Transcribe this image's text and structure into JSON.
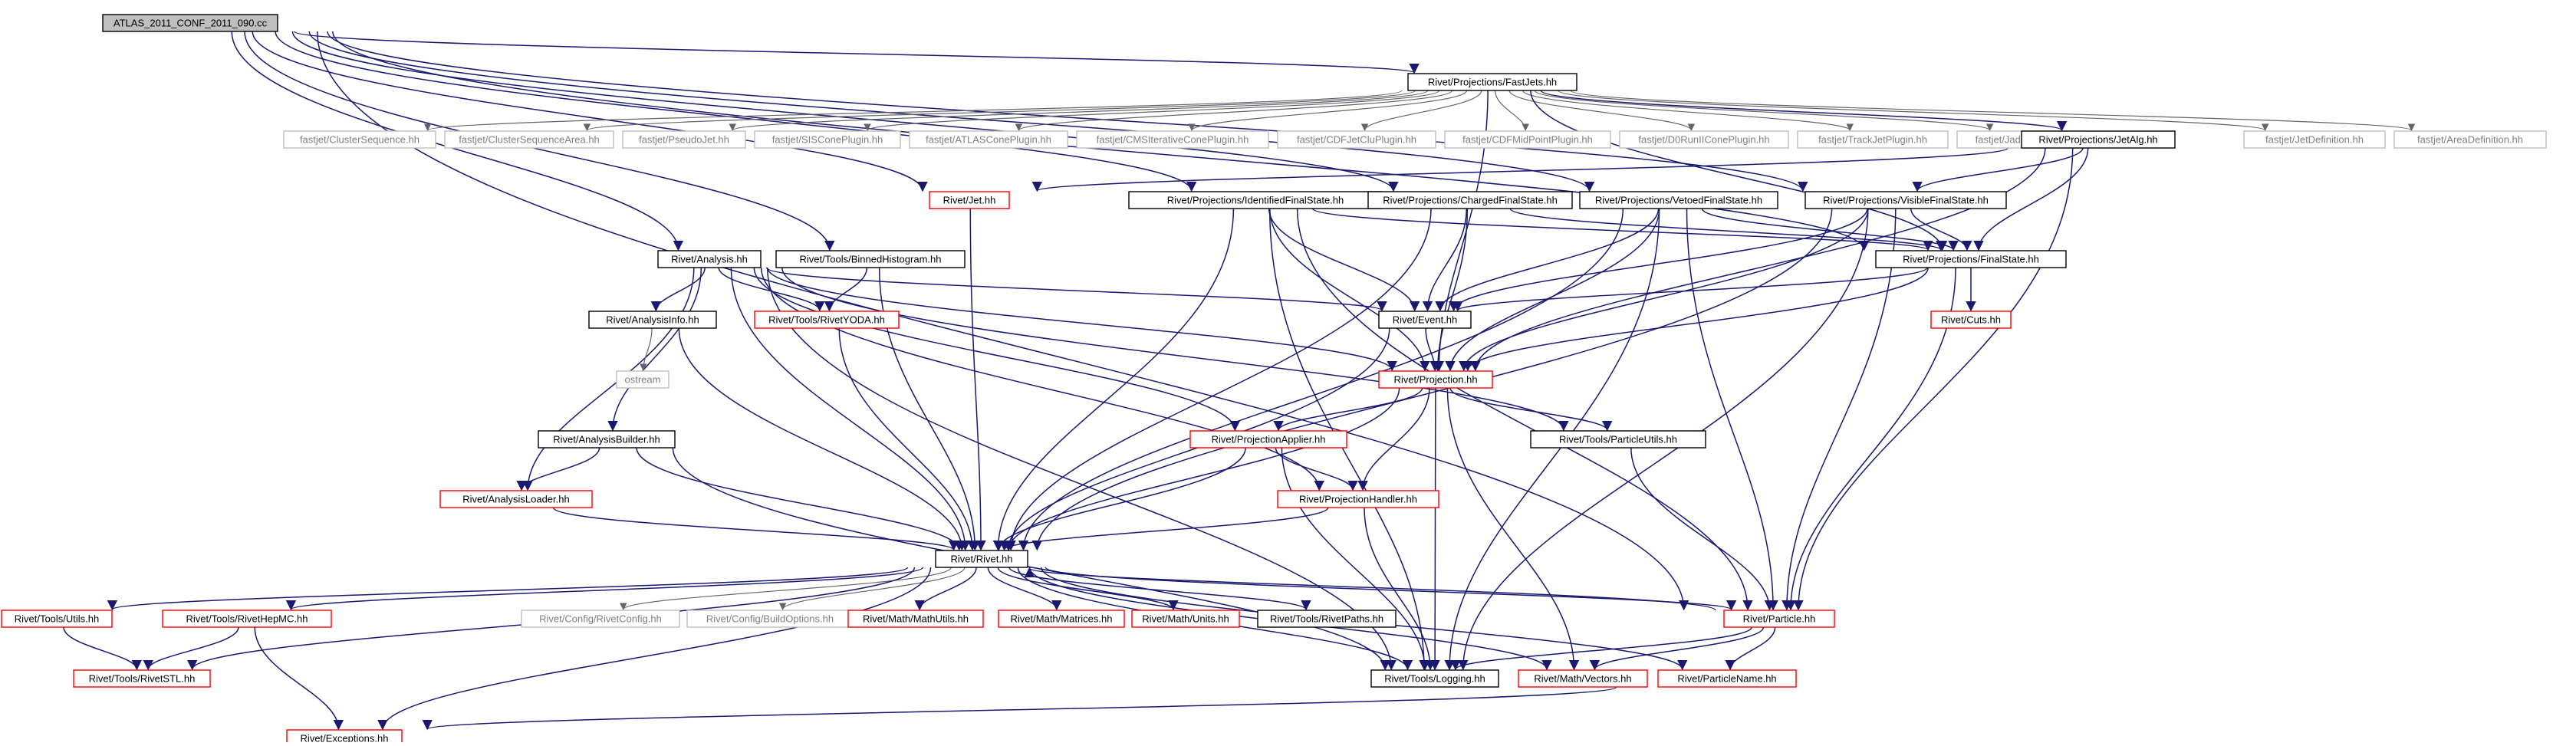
{
  "colors": {
    "edge": "#191970",
    "edge_light": "#63636b",
    "node_black": "#000000",
    "node_red": "#ff0000",
    "node_gray": "#bfbfbf",
    "root_fill": "#bfbfbf",
    "text": "#000000",
    "text_gray": "#808080"
  },
  "nodes": [
    {
      "id": "root",
      "label": "ATLAS_2011_CONF_2011_090.cc",
      "style": "root"
    },
    {
      "id": "fastjets",
      "label": "Rivet/Projections/FastJets.hh",
      "style": "black"
    },
    {
      "id": "clusterseq",
      "label": "fastjet/ClusterSequence.hh",
      "style": "gray"
    },
    {
      "id": "clusterseqarea",
      "label": "fastjet/ClusterSequenceArea.hh",
      "style": "gray"
    },
    {
      "id": "pseudojet",
      "label": "fastjet/PseudoJet.hh",
      "style": "gray"
    },
    {
      "id": "siscone",
      "label": "fastjet/SISConePlugin.hh",
      "style": "gray"
    },
    {
      "id": "atlascone",
      "label": "fastjet/ATLASConePlugin.hh",
      "style": "gray"
    },
    {
      "id": "cmsiter",
      "label": "fastjet/CMSIterativeConePlugin.hh",
      "style": "gray"
    },
    {
      "id": "cdfjetclu",
      "label": "fastjet/CDFJetCluPlugin.hh",
      "style": "gray"
    },
    {
      "id": "cdfmidpoint",
      "label": "fastjet/CDFMidPointPlugin.hh",
      "style": "gray"
    },
    {
      "id": "d0run",
      "label": "fastjet/D0RunIIConePlugin.hh",
      "style": "gray"
    },
    {
      "id": "trackjet",
      "label": "fastjet/TrackJetPlugin.hh",
      "style": "gray"
    },
    {
      "id": "jade",
      "label": "fastjet/JadePlugin.hh",
      "style": "gray"
    },
    {
      "id": "jetalg",
      "label": "Rivet/Projections/JetAlg.hh",
      "style": "black"
    },
    {
      "id": "jetdef",
      "label": "fastjet/JetDefinition.hh",
      "style": "gray"
    },
    {
      "id": "areadef",
      "label": "fastjet/AreaDefinition.hh",
      "style": "gray"
    },
    {
      "id": "jet",
      "label": "Rivet/Jet.hh",
      "style": "red"
    },
    {
      "id": "identfs",
      "label": "Rivet/Projections/IdentifiedFinalState.hh",
      "style": "black"
    },
    {
      "id": "chargedfs",
      "label": "Rivet/Projections/ChargedFinalState.hh",
      "style": "black"
    },
    {
      "id": "vetoedfs",
      "label": "Rivet/Projections/VetoedFinalState.hh",
      "style": "black"
    },
    {
      "id": "visiblefs",
      "label": "Rivet/Projections/VisibleFinalState.hh",
      "style": "black"
    },
    {
      "id": "analysis",
      "label": "Rivet/Analysis.hh",
      "style": "black"
    },
    {
      "id": "binnedhisto",
      "label": "Rivet/Tools/BinnedHistogram.hh",
      "style": "black"
    },
    {
      "id": "finalstate",
      "label": "Rivet/Projections/FinalState.hh",
      "style": "black"
    },
    {
      "id": "analysisinfo",
      "label": "Rivet/AnalysisInfo.hh",
      "style": "black"
    },
    {
      "id": "rivetyoda",
      "label": "Rivet/Tools/RivetYODA.hh",
      "style": "red"
    },
    {
      "id": "event",
      "label": "Rivet/Event.hh",
      "style": "black"
    },
    {
      "id": "cuts",
      "label": "Rivet/Cuts.hh",
      "style": "red"
    },
    {
      "id": "ostream",
      "label": "ostream",
      "style": "gray"
    },
    {
      "id": "projection",
      "label": "Rivet/Projection.hh",
      "style": "red"
    },
    {
      "id": "analysisbuilder",
      "label": "Rivet/AnalysisBuilder.hh",
      "style": "black"
    },
    {
      "id": "projapplier",
      "label": "Rivet/ProjectionApplier.hh",
      "style": "red"
    },
    {
      "id": "particleutils",
      "label": "Rivet/Tools/ParticleUtils.hh",
      "style": "black"
    },
    {
      "id": "analysisloader",
      "label": "Rivet/AnalysisLoader.hh",
      "style": "red"
    },
    {
      "id": "projhandler",
      "label": "Rivet/ProjectionHandler.hh",
      "style": "red"
    },
    {
      "id": "rivet",
      "label": "Rivet/Rivet.hh",
      "style": "black"
    },
    {
      "id": "toolsutils",
      "label": "Rivet/Tools/Utils.hh",
      "style": "red"
    },
    {
      "id": "rivethepmc",
      "label": "Rivet/Tools/RivetHepMC.hh",
      "style": "red"
    },
    {
      "id": "rivetconfig",
      "label": "Rivet/Config/RivetConfig.hh",
      "style": "gray"
    },
    {
      "id": "buildoptions",
      "label": "Rivet/Config/BuildOptions.hh",
      "style": "gray"
    },
    {
      "id": "mathutils",
      "label": "Rivet/Math/MathUtils.hh",
      "style": "red"
    },
    {
      "id": "matrices",
      "label": "Rivet/Math/Matrices.hh",
      "style": "red"
    },
    {
      "id": "units",
      "label": "Rivet/Math/Units.hh",
      "style": "red"
    },
    {
      "id": "rivetpaths",
      "label": "Rivet/Tools/RivetPaths.hh",
      "style": "black"
    },
    {
      "id": "particle",
      "label": "Rivet/Particle.hh",
      "style": "red"
    },
    {
      "id": "rivetstl",
      "label": "Rivet/Tools/RivetSTL.hh",
      "style": "red"
    },
    {
      "id": "logging",
      "label": "Rivet/Tools/Logging.hh",
      "style": "black"
    },
    {
      "id": "vectors",
      "label": "Rivet/Math/Vectors.hh",
      "style": "red"
    },
    {
      "id": "particlename",
      "label": "Rivet/ParticleName.hh",
      "style": "red"
    },
    {
      "id": "exceptions",
      "label": "Rivet/Exceptions.hh",
      "style": "red"
    }
  ],
  "edges": [
    [
      "root",
      "fastjets"
    ],
    [
      "root",
      "jet"
    ],
    [
      "root",
      "identfs"
    ],
    [
      "root",
      "chargedfs"
    ],
    [
      "root",
      "vetoedfs"
    ],
    [
      "root",
      "visiblefs"
    ],
    [
      "root",
      "analysis"
    ],
    [
      "root",
      "binnedhisto"
    ],
    [
      "root",
      "finalstate"
    ],
    [
      "root",
      "particle"
    ],
    [
      "fastjets",
      "clusterseq"
    ],
    [
      "fastjets",
      "clusterseqarea"
    ],
    [
      "fastjets",
      "pseudojet"
    ],
    [
      "fastjets",
      "siscone"
    ],
    [
      "fastjets",
      "atlascone"
    ],
    [
      "fastjets",
      "cmsiter"
    ],
    [
      "fastjets",
      "cdfjetclu"
    ],
    [
      "fastjets",
      "cdfmidpoint"
    ],
    [
      "fastjets",
      "d0run"
    ],
    [
      "fastjets",
      "trackjet"
    ],
    [
      "fastjets",
      "jade"
    ],
    [
      "fastjets",
      "jetalg"
    ],
    [
      "fastjets",
      "jetdef"
    ],
    [
      "fastjets",
      "areadef"
    ],
    [
      "fastjets",
      "finalstate"
    ],
    [
      "fastjets",
      "projection"
    ],
    [
      "jetalg",
      "jet"
    ],
    [
      "jetalg",
      "visiblefs"
    ],
    [
      "jetalg",
      "finalstate"
    ],
    [
      "jetalg",
      "projection"
    ],
    [
      "jetalg",
      "particle"
    ],
    [
      "jet",
      "rivet"
    ],
    [
      "identfs",
      "finalstate"
    ],
    [
      "identfs",
      "event"
    ],
    [
      "identfs",
      "projection"
    ],
    [
      "identfs",
      "particle"
    ],
    [
      "identfs",
      "rivet"
    ],
    [
      "identfs",
      "logging"
    ],
    [
      "chargedfs",
      "finalstate"
    ],
    [
      "chargedfs",
      "event"
    ],
    [
      "chargedfs",
      "projection"
    ],
    [
      "chargedfs",
      "rivet"
    ],
    [
      "vetoedfs",
      "finalstate"
    ],
    [
      "vetoedfs",
      "event"
    ],
    [
      "vetoedfs",
      "projection"
    ],
    [
      "vetoedfs",
      "rivet"
    ],
    [
      "vetoedfs",
      "logging"
    ],
    [
      "vetoedfs",
      "particle"
    ],
    [
      "visiblefs",
      "finalstate"
    ],
    [
      "visiblefs",
      "event"
    ],
    [
      "visiblefs",
      "projection"
    ],
    [
      "visiblefs",
      "logging"
    ],
    [
      "visiblefs",
      "particle"
    ],
    [
      "visiblefs",
      "rivet"
    ],
    [
      "analysis",
      "analysisinfo"
    ],
    [
      "analysis",
      "rivetyoda"
    ],
    [
      "analysis",
      "event"
    ],
    [
      "analysis",
      "projapplier"
    ],
    [
      "analysis",
      "analysisbuilder"
    ],
    [
      "analysis",
      "analysisloader"
    ],
    [
      "analysis",
      "rivet"
    ],
    [
      "analysis",
      "logging"
    ],
    [
      "analysis",
      "projhandler"
    ],
    [
      "analysis",
      "particleutils"
    ],
    [
      "analysis",
      "projection"
    ],
    [
      "binnedhisto",
      "rivetyoda"
    ],
    [
      "binnedhisto",
      "rivet"
    ],
    [
      "finalstate",
      "event"
    ],
    [
      "finalstate",
      "cuts"
    ],
    [
      "finalstate",
      "projection"
    ],
    [
      "finalstate",
      "particle"
    ],
    [
      "analysisinfo",
      "ostream"
    ],
    [
      "analysisinfo",
      "rivet"
    ],
    [
      "rivetyoda",
      "rivet"
    ],
    [
      "event",
      "projection"
    ],
    [
      "event",
      "rivet"
    ],
    [
      "projection",
      "projapplier"
    ],
    [
      "projection",
      "projhandler"
    ],
    [
      "projection",
      "rivet"
    ],
    [
      "projection",
      "particleutils"
    ],
    [
      "projection",
      "logging"
    ],
    [
      "projection",
      "vectors"
    ],
    [
      "analysisbuilder",
      "analysisloader"
    ],
    [
      "analysisbuilder",
      "rivet"
    ],
    [
      "analysisbuilder",
      "logging"
    ],
    [
      "projapplier",
      "projhandler"
    ],
    [
      "projapplier",
      "rivet"
    ],
    [
      "projapplier",
      "logging"
    ],
    [
      "particleutils",
      "particle"
    ],
    [
      "analysisloader",
      "rivet"
    ],
    [
      "projhandler",
      "rivet"
    ],
    [
      "projhandler",
      "logging"
    ],
    [
      "rivet",
      "toolsutils"
    ],
    [
      "rivet",
      "rivethepmc"
    ],
    [
      "rivet",
      "rivetconfig"
    ],
    [
      "rivet",
      "buildoptions"
    ],
    [
      "rivet",
      "mathutils"
    ],
    [
      "rivet",
      "matrices"
    ],
    [
      "rivet",
      "units"
    ],
    [
      "rivet",
      "rivetpaths"
    ],
    [
      "rivet",
      "particle"
    ],
    [
      "rivet",
      "rivetstl"
    ],
    [
      "rivet",
      "logging"
    ],
    [
      "rivet",
      "vectors"
    ],
    [
      "rivet",
      "particlename"
    ],
    [
      "rivet",
      "exceptions"
    ],
    [
      "toolsutils",
      "rivetstl"
    ],
    [
      "rivethepmc",
      "rivetstl"
    ],
    [
      "rivethepmc",
      "exceptions"
    ],
    [
      "particle",
      "rivet"
    ],
    [
      "particle",
      "logging"
    ],
    [
      "particle",
      "vectors"
    ],
    [
      "particle",
      "particlename"
    ],
    [
      "particlename",
      "exceptions"
    ]
  ]
}
